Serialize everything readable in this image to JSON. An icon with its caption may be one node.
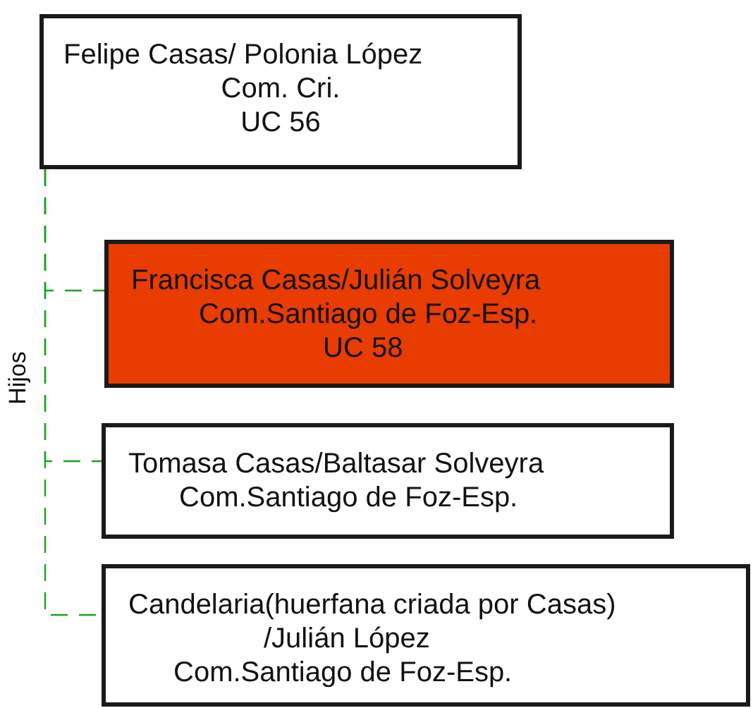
{
  "diagram": {
    "nodes": [
      {
        "text": [
          "Felipe Casas/ Polonia López",
          "Com. Cri.",
          "UC 56"
        ]
      },
      {
        "text": [
          "Francisca Casas/Julián Solveyra",
          "Com.Santiago de Foz-Esp.",
          "UC 58"
        ]
      },
      {
        "text": [
          "Tomasa Casas/Baltasar Solveyra",
          "Com.Santiago de Foz-Esp."
        ]
      },
      {
        "text": [
          "Candelaria(huerfana criada por Casas)",
          "/Julián López",
          "Com.Santiago de Foz-Esp."
        ]
      }
    ],
    "edges": [
      {
        "from": 0,
        "to": 1,
        "arrow": "none",
        "style": "dashed",
        "color": "#20a020"
      },
      {
        "from": 0,
        "to": 2,
        "arrow": "none",
        "style": "dashed",
        "color": "#20a020"
      },
      {
        "from": 0,
        "to": 3,
        "arrow": "none",
        "style": "dashed",
        "color": "#20a020"
      }
    ],
    "labels": [
      "Hijos"
    ]
  }
}
